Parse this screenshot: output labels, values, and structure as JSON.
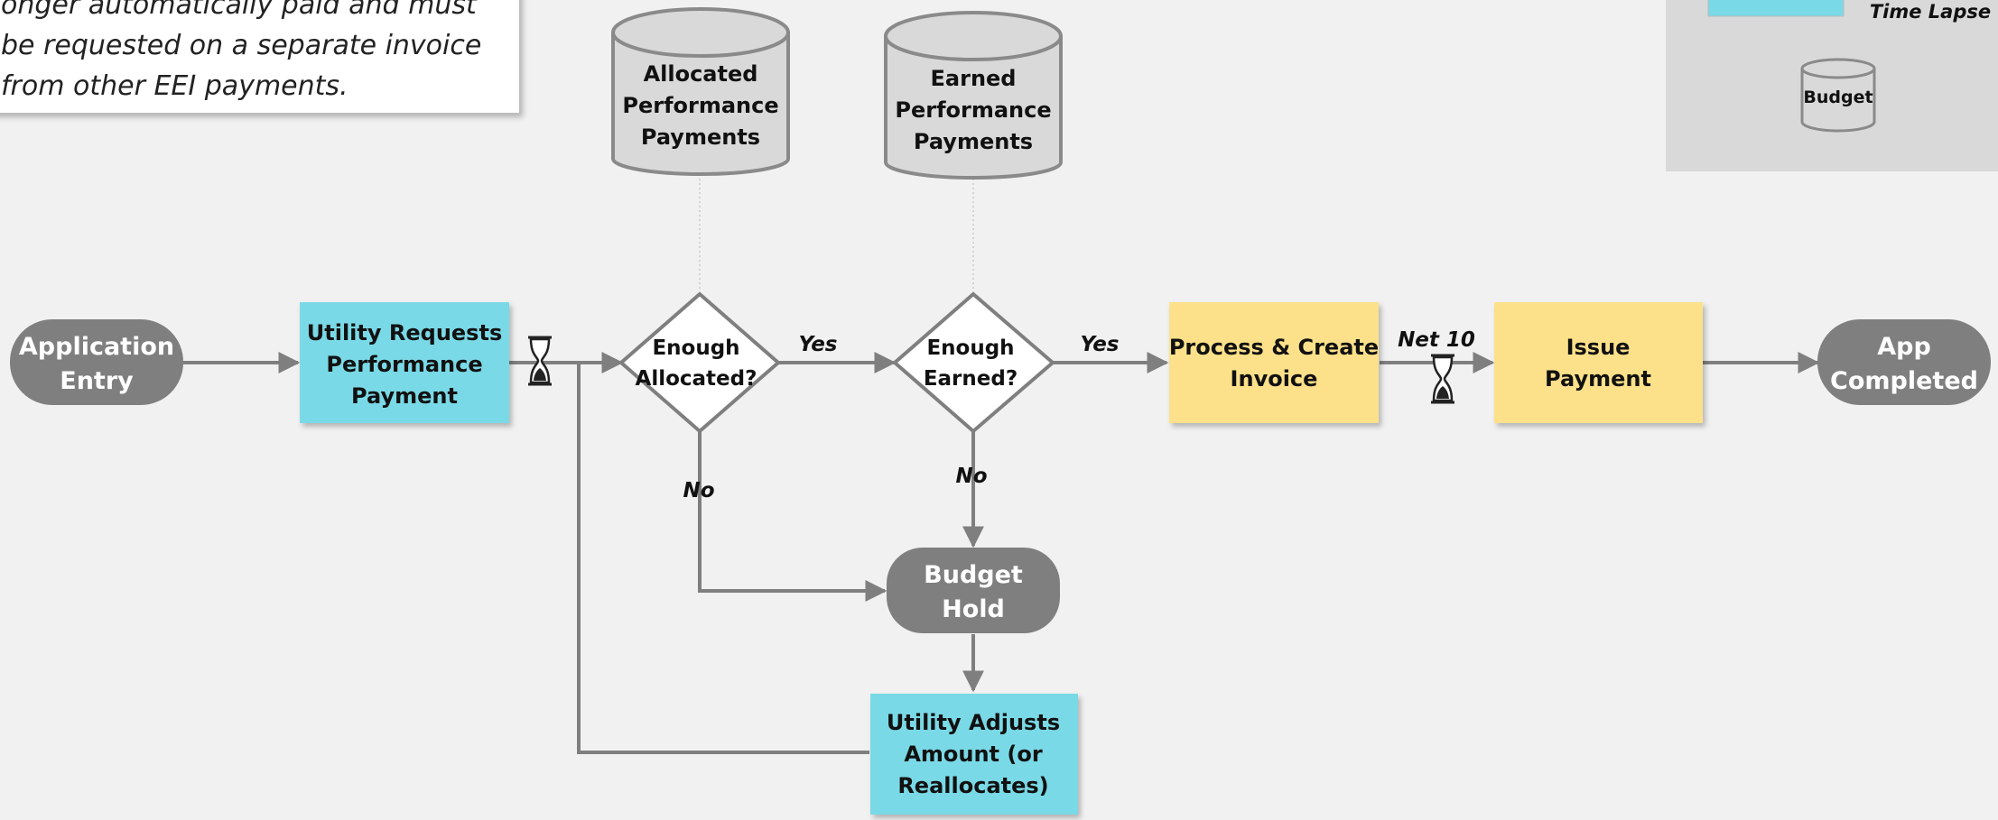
{
  "note": {
    "text": "onger automatically paid and must\nbe requested on a separate invoice\nfrom other EEI payments."
  },
  "legend": {
    "time_lapse_label": "Time Lapse",
    "budget_label": "Budget"
  },
  "nodes": {
    "application_entry": [
      "Application",
      "Entry"
    ],
    "utility_requests": [
      "Utility Requests",
      "Performance",
      "Payment"
    ],
    "allocated_db": [
      "Allocated",
      "Performance",
      "Payments"
    ],
    "earned_db": [
      "Earned",
      "Performance",
      "Payments"
    ],
    "enough_allocated": [
      "Enough",
      "Allocated?"
    ],
    "enough_earned": [
      "Enough",
      "Earned?"
    ],
    "process_invoice": [
      "Process & Create",
      "Invoice"
    ],
    "issue_payment": [
      "Issue",
      "Payment"
    ],
    "app_completed": [
      "App",
      "Completed"
    ],
    "budget_hold": [
      "Budget",
      "Hold"
    ],
    "utility_adjusts": [
      "Utility Adjusts",
      "Amount (or",
      "Reallocates)"
    ]
  },
  "edge_labels": {
    "yes_allocated": "Yes",
    "yes_earned": "Yes",
    "no_allocated": "No",
    "no_earned": "No",
    "net10": "Net 10"
  },
  "colors": {
    "terminator": "#7f7f7f",
    "utility_step": "#7ad9e6",
    "process_step": "#fde18a",
    "database": "#d9d9d9",
    "connector": "#7f7f7f"
  },
  "icons": {
    "timer": "hourglass-icon",
    "database": "cylinder-icon"
  }
}
